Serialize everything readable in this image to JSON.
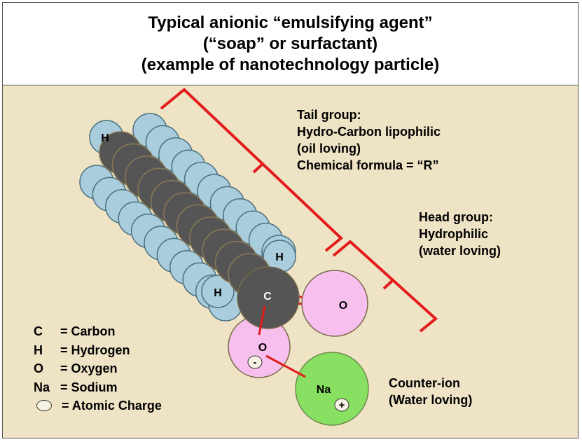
{
  "title": {
    "line1": "Typical anionic “emulsifying agent”",
    "line2": "(“soap” or surfactant)",
    "line3": "(example of nanotechnology particle)"
  },
  "tail_group": {
    "line1": "Tail group:",
    "line2": "Hydro-Carbon lipophilic",
    "line3": "(oil loving)",
    "line4": "Chemical formula = “R”"
  },
  "head_group": {
    "line1": "Head group:",
    "line2": "Hydrophilic",
    "line3": "(water loving)"
  },
  "counter_ion": {
    "line1": "Counter-ion",
    "line2": "(Water loving)"
  },
  "atoms": {
    "h_top": "H",
    "h_right": "H",
    "h_left": "H",
    "carbon": "C",
    "oxygen_double": "O",
    "oxygen_single": "O",
    "sodium": "Na",
    "minus": "-",
    "plus": "+"
  },
  "legend": [
    {
      "symbol": "C",
      "text": "= Carbon"
    },
    {
      "symbol": "H",
      "text": "= Hydrogen"
    },
    {
      "symbol": "O",
      "text": "= Oxygen"
    },
    {
      "symbol": "Na",
      "text": "= Sodium"
    },
    {
      "symbol": "",
      "text": "= Atomic Charge"
    }
  ],
  "colors": {
    "background": "#efe3c6",
    "carbon": "#555555",
    "hydrogen": "#a9cddc",
    "oxygen": "#f6bfee",
    "sodium": "#88e063",
    "bracket": "#e31b1b"
  }
}
